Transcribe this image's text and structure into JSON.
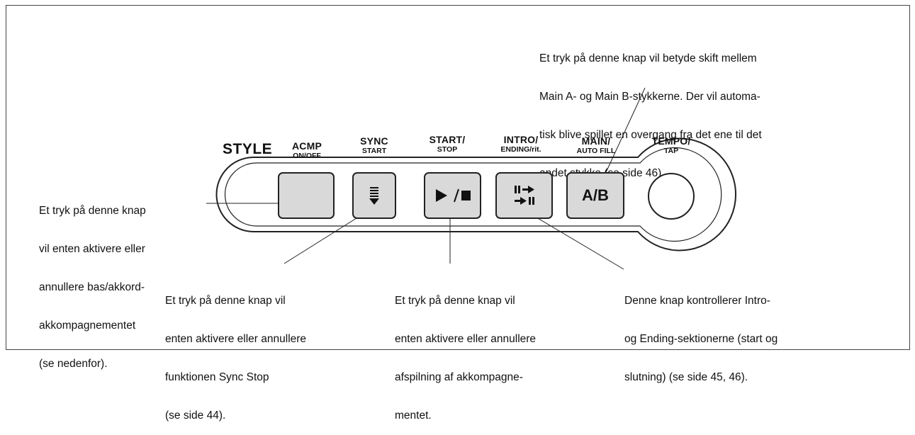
{
  "style_label": "STYLE",
  "headers": [
    {
      "id": "acmp",
      "big": "ACMP",
      "small": "ON/OFF"
    },
    {
      "id": "sync",
      "big": "SYNC",
      "small": "START"
    },
    {
      "id": "start",
      "big": "START/",
      "small": "STOP"
    },
    {
      "id": "intro",
      "big": "INTRO/",
      "small": "ENDING/rit."
    },
    {
      "id": "main",
      "big": "MAIN/",
      "small": "AUTO FILL"
    },
    {
      "id": "tempo",
      "big": "TEMPO/",
      "small": "TAP"
    }
  ],
  "buttons": {
    "ab_label": "A/B"
  },
  "annotations": {
    "main_ab": [
      "Et tryk på denne knap vil betyde skift mellem",
      "Main A- og Main B-stykkerne. Der vil automa-",
      "tisk blive spillet en overgang fra det ene til det",
      "andet stykke (se side 46)."
    ],
    "acmp": [
      "Et tryk på denne knap",
      "vil enten aktivere eller",
      "annullere bas/akkord-",
      "akkompagnementet",
      "(se nedenfor)."
    ],
    "sync": [
      "Et tryk på denne knap vil",
      "enten aktivere eller annullere",
      "funktionen Sync Stop",
      "(se side 44)."
    ],
    "start": [
      "Et tryk på denne knap vil",
      "enten aktivere eller annullere",
      "afspilning af akkompagne-",
      "mentet."
    ],
    "intro": [
      "Denne knap kontrollerer Intro-",
      "og Ending-sektionerne (start og",
      "slutning) (se side 45, 46)."
    ]
  }
}
